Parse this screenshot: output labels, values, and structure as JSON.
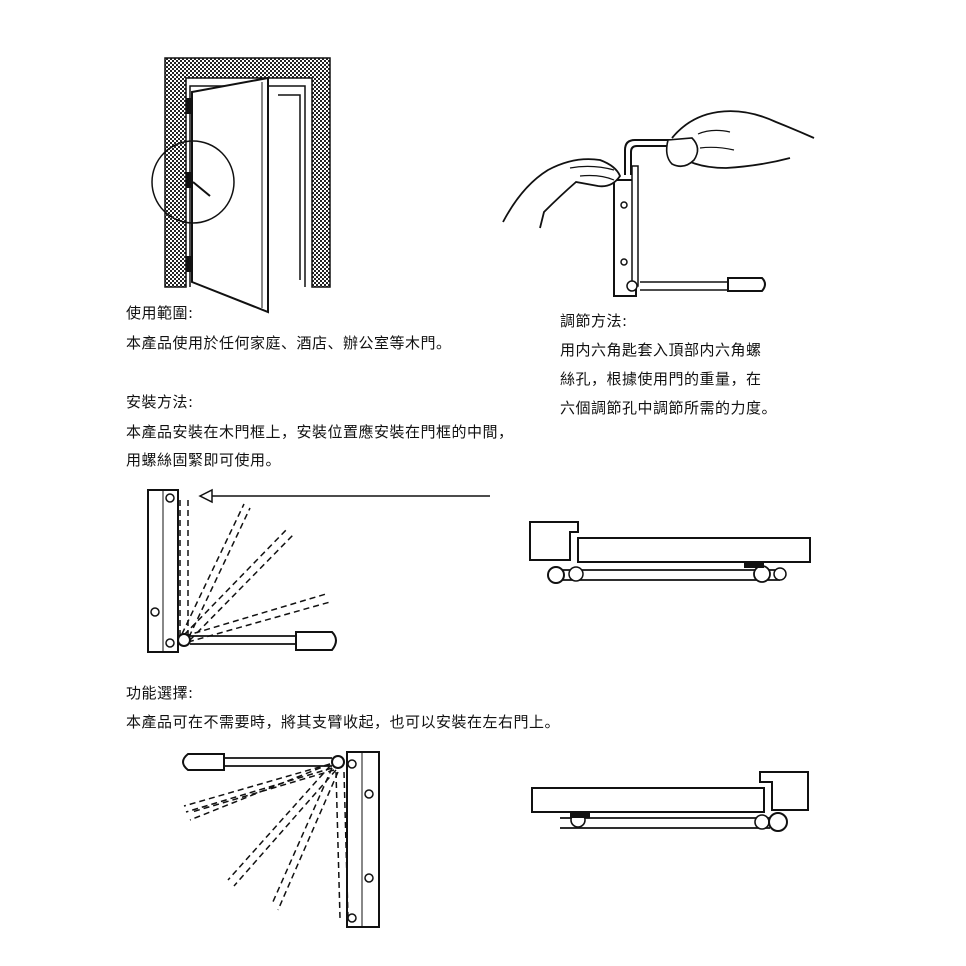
{
  "usage": {
    "title": "使用範圍:",
    "body": "本產品使用於任何家庭、酒店、辦公室等木門。"
  },
  "install": {
    "title": "安裝方法:",
    "line1": "本產品安裝在木門框上，安裝位置應安裝在門框的中間，",
    "line2": "用螺絲固緊即可使用。"
  },
  "adjust": {
    "title": "調節方法:",
    "line1": "用内六角匙套入頂部内六角螺",
    "line2": "絲孔，根據使用門的重量，在",
    "line3": "六個調節孔中調節所需的力度。"
  },
  "function": {
    "title": "功能選擇:",
    "body": "本產品可在不需要時，將其支臂收起，也可以安裝在左右門上。"
  }
}
